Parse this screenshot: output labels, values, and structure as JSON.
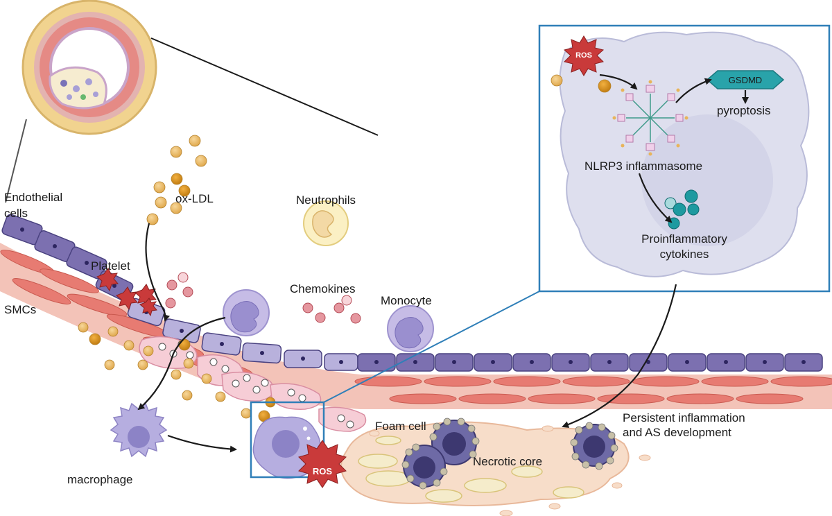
{
  "labels": {
    "endothelial": [
      "Endothelial",
      "cells"
    ],
    "oxldl": "ox-LDL",
    "neutrophils": "Neutrophils",
    "platelet": "Platelet",
    "smcs": "SMCs",
    "chemokines": "Chemokines",
    "monocyte": "Monocyte",
    "macrophage": "macrophage",
    "foam_cell": "Foam cell",
    "necrotic_core": "Necrotic core",
    "persistent": [
      "Persistent inflammation",
      "and AS development"
    ],
    "ros": "ROS"
  },
  "inset": {
    "ros": "ROS",
    "gsdmd": "GSDMD",
    "pyroptosis": "pyroptosis",
    "nlrp3": "NLRP3 inflammasome",
    "cytokines": [
      "Proinflammatory",
      "cytokines"
    ]
  },
  "colors": {
    "endothelial": "#7c70b0",
    "smc": "#e77b72",
    "ldl": "#e8b45a",
    "ros": "#c93a3a",
    "inset_border": "#2f7fb8",
    "macrophage": "#a79fd6",
    "teal": "#1e9aa0"
  }
}
